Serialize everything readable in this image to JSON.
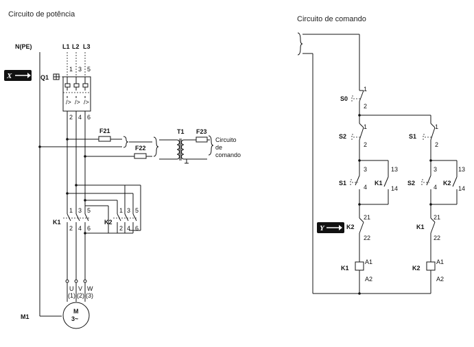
{
  "titles": {
    "power": "Circuito de potência",
    "control": "Circuito de comando"
  },
  "power": {
    "npe": "N(PE)",
    "l1": "L1",
    "l2": "L2",
    "l3": "L3",
    "q1": "Q1",
    "f21": "F21",
    "f22": "F22",
    "t1": "T1",
    "f23": "F23",
    "k1": "K1",
    "k2": "K2",
    "m1": "M1",
    "motor_m": "M",
    "motor_3": "3~",
    "note_line1": "Circuito",
    "note_line2": "de",
    "note_line3": "comando",
    "badge_x": "X",
    "terminals": {
      "u": "U",
      "v": "V",
      "w": "W",
      "u_n": "(1)",
      "v_n": "(2)",
      "w_n": "(3)"
    },
    "nums": {
      "n1": "1",
      "n3": "3",
      "n5": "5",
      "n2": "2",
      "n4": "4",
      "n6": "6"
    }
  },
  "control": {
    "s0": "S0",
    "s1": "S1",
    "s2": "S2",
    "k1": "K1",
    "k2": "K2",
    "badge_y": "Y",
    "nums": {
      "n1": "1",
      "n2": "2",
      "n3": "3",
      "n4": "4",
      "n13": "13",
      "n14": "14",
      "n21": "21",
      "n22": "22",
      "a1": "A1",
      "a2": "A2"
    }
  }
}
